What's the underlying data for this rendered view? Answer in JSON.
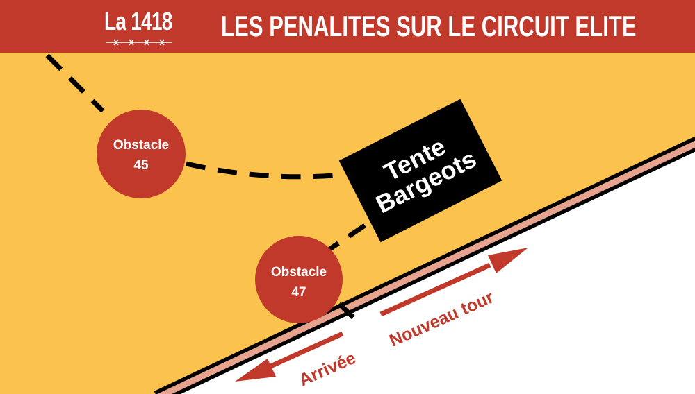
{
  "header": {
    "logo": "La 1418",
    "title": "LES PENALITES SUR LE CIRCUIT ELITE"
  },
  "map": {
    "obstacles": [
      {
        "line1": "Obstacle",
        "line2": "45"
      },
      {
        "line1": "Obstacle",
        "line2": "47"
      }
    ],
    "tent": {
      "line1": "Tente",
      "line2": "Bargeots"
    },
    "arrows": {
      "arrival": "Arrivée",
      "new_lap": "Nouveau tour"
    }
  },
  "colors": {
    "header_red": "#c0392b",
    "field_yellow": "#fcc24e",
    "track_pink": "#e6a48f",
    "obstacle_red": "#c0392b",
    "tent_black": "#000000"
  }
}
